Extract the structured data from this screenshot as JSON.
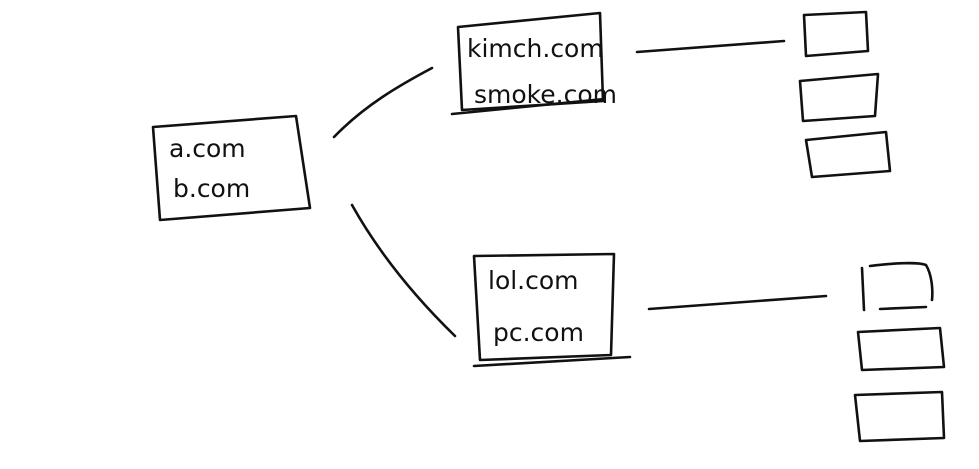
{
  "colors": {
    "ink": "#111111",
    "background": "#ffffff"
  },
  "diagram": {
    "root": {
      "lines": [
        "a.com",
        "b.com"
      ]
    },
    "branches": [
      {
        "lines": [
          "kimch.com",
          "smoke.com"
        ],
        "children": 3
      },
      {
        "lines": [
          "lol.com",
          "pc.com"
        ],
        "children": 3
      }
    ]
  }
}
